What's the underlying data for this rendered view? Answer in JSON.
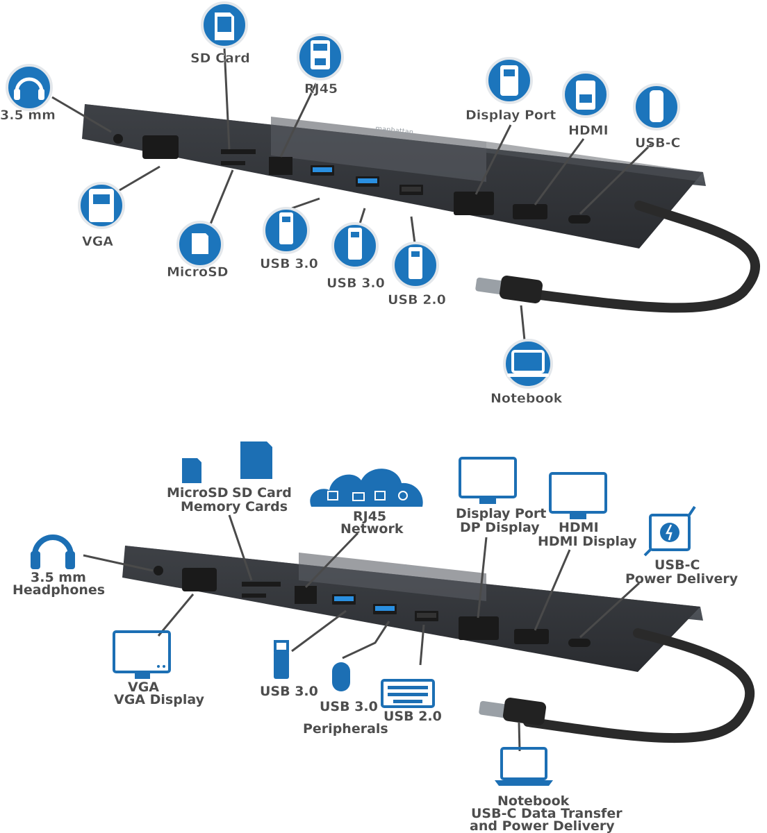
{
  "top": {
    "labels": {
      "audio": "3.5 mm",
      "sd": "SD Card",
      "rj45": "RJ45",
      "dp": "Display Port",
      "hdmi": "HDMI",
      "usbc": "USB-C",
      "vga": "VGA",
      "microsd": "MicroSD",
      "usb3a": "USB 3.0",
      "usb3b": "USB 3.0",
      "usb2": "USB 2.0",
      "notebook": "Notebook"
    }
  },
  "bottom": {
    "labels": {
      "cards_1": "MicroSD",
      "cards_1b": "SD Card",
      "cards_2": "Memory Cards",
      "network_1": "RJ45",
      "network_2": "Network",
      "dp_1": "Display Port",
      "dp_2": "DP Display",
      "hdmi_1": "HDMI",
      "hdmi_2": "HDMI Display",
      "usbc_1": "USB-C",
      "usbc_2": "Power Delivery",
      "audio_1": "3.5 mm",
      "audio_2": "Headphones",
      "vga_1": "VGA",
      "vga_2": "VGA Display",
      "usb3a": "USB 3.0",
      "usb3b": "USB 3.0",
      "usb2": "USB 2.0",
      "peripherals": "Peripherals",
      "notebook_1": "Notebook",
      "notebook_2": "USB-C Data Transfer",
      "notebook_3": "and Power Delivery"
    }
  },
  "dock": {
    "brand": "manhattan"
  },
  "colors": {
    "accent": "#1c75bc",
    "icon_blue": "#1c6fb4",
    "dock": "#3a3d42",
    "label": "#4a4a4a"
  }
}
